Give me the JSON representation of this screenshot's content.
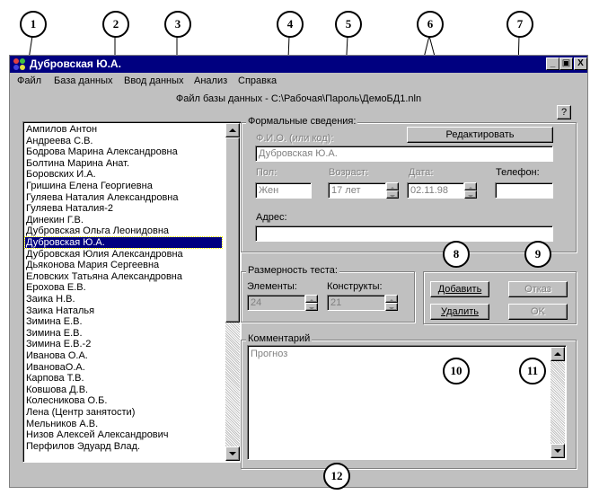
{
  "callouts": [
    "1",
    "2",
    "3",
    "4",
    "5",
    "6",
    "7",
    "8",
    "9",
    "10",
    "11",
    "12"
  ],
  "window": {
    "title": "Дубровская Ю.А.",
    "controls": [
      "_",
      "▣",
      "X"
    ]
  },
  "menu": [
    "Файл",
    "База данных",
    "Ввод данных",
    "Анализ",
    "Справка"
  ],
  "filepath": "Файл базы данных -  C:\\Рабочая\\Пароль\\ДемоБД1.nln",
  "help_button": "?",
  "list": {
    "items": [
      "Ампилов Антон",
      "Андреева С.В.",
      "Бодрова Марина  Александровна",
      "Болтина Марина Анат.",
      "Боровских И.А.",
      "Гришина Елена Георгиевна",
      "Гуляева Наталия Александровна",
      "Гуляева Наталия-2",
      "Динекин Г.В.",
      "Дубровская Ольга Леонидовна",
      "Дубровская Ю.А.",
      "Дубровская Юлия Александровна",
      "Дьяконова Мария Сергеевна",
      "Еловских Татьяна Александровна",
      "Ерохова Е.В.",
      "Заика Н.В.",
      "Заика Наталья",
      "Зимина Е.В.",
      "Зимина Е.В.",
      "Зимина Е.В.-2",
      "Иванова О.А.",
      "ИвановаО.А.",
      "Карпова Т.В.",
      "Ковшова Д.В.",
      "Колесникова О.Б.",
      "Лена (Центр занятости)",
      "Мельников А.В.",
      "Низов Алексей Александрович",
      "Перфилов Эдуард Влад."
    ],
    "selected_index": 10
  },
  "formal": {
    "group_label": "Формальные сведения:",
    "fio_label": "Ф.И.О. (или код):",
    "edit_button": "Редактировать",
    "fio_value": "Дубровская Ю.А.",
    "sex_label": "Пол:",
    "sex_value": "Жен",
    "age_label": "Возраст:",
    "age_value": "17 лет",
    "date_label": "Дата:",
    "date_value": "02.11.98",
    "phone_label": "Телефон:",
    "phone_value": "",
    "address_label": "Адрес:",
    "address_value": ""
  },
  "test_size": {
    "group_label": "Размерность теста:",
    "elements_label": "Элементы:",
    "elements_value": "24",
    "constructs_label": "Конструкты:",
    "constructs_value": "21"
  },
  "actions": {
    "add": "Добавить",
    "cancel": "Отказ",
    "delete": "Удалить",
    "ok": "OK"
  },
  "comment": {
    "group_label": "Комментарий",
    "text": "Прогноз"
  }
}
